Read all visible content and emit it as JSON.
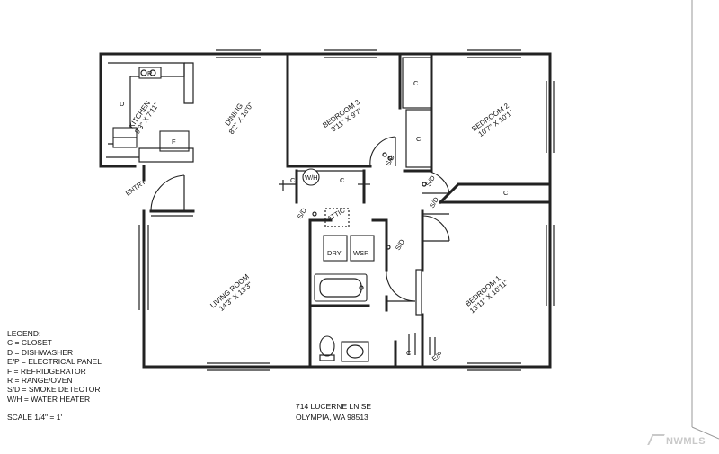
{
  "rooms": {
    "kitchen": {
      "name": "KITCHEN",
      "size": "9'3\" X 7'11\""
    },
    "dining": {
      "name": "DINING",
      "size": "8'2\" X 10'0\""
    },
    "bedroom3": {
      "name": "BEDROOM 3",
      "size": "9'11\" X 9'7\""
    },
    "bedroom2": {
      "name": "BEDROOM 2",
      "size": "10'7\" X 10'1\""
    },
    "living": {
      "name": "LIVING ROOM",
      "size": "14'3\" X 13'3\""
    },
    "bedroom1": {
      "name": "BEDROOM 1",
      "size": "13'11\" X 10'11\""
    }
  },
  "labels": {
    "entry": "ENTRY",
    "attic": "ATTIC",
    "dry": "DRY",
    "wsr": "WSR",
    "wh": "W/H",
    "closet": "C",
    "dishwasher": "D",
    "fridge": "F",
    "range": "R",
    "sd": "S/D",
    "ep": "E/P"
  },
  "legend": {
    "title": "LEGEND:",
    "items": [
      "C = CLOSET",
      "D = DISHWASHER",
      "E/P = ELECTRICAL PANEL",
      "F = REFRIDGERATOR",
      "R = RANGE/OVEN",
      "S/D = SMOKE DETECTOR",
      "W/H = WATER HEATER"
    ]
  },
  "scale": "SCALE 1/4\" = 1'",
  "address": {
    "line1": "714 LUCERNE LN SE",
    "line2": "OLYMPIA, WA 98513"
  },
  "brand": "NWMLS"
}
